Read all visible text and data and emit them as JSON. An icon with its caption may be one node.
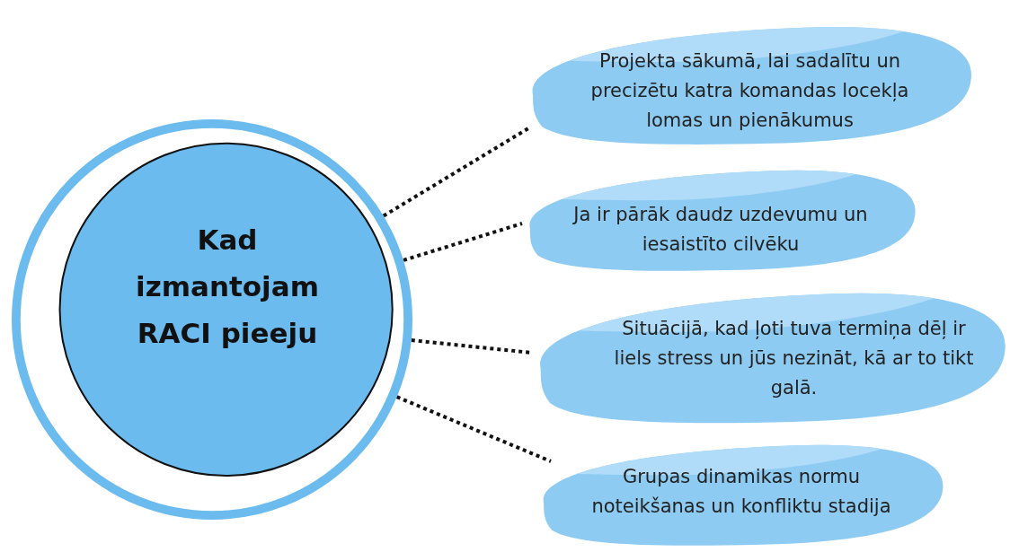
{
  "diagram": {
    "nodes": [
      {
        "text": [
          "Kad izmantojam RACI pieeju"
        ]
      },
      {
        "text": [
          "Projekta sākumā, lai sadalītu un precizētu katra komandas locekļa lomas un pienākumus"
        ]
      },
      {
        "text": [
          "Ja ir pārāk daudz uzdevumu un iesaistīto cilvēku"
        ]
      },
      {
        "text": [
          "Situācijā, kad ļoti tuva termiņa dēļ ir liels stress un jūs nezināt, kā ar to tikt galā."
        ]
      },
      {
        "text": [
          "Grupas dinamikas normu noteikšanas un konfliktu stadija"
        ]
      }
    ],
    "edges": [
      {
        "from": 0,
        "to": 1,
        "arrow": "none",
        "style": "dashed"
      },
      {
        "from": 0,
        "to": 2,
        "arrow": "none",
        "style": "dashed"
      },
      {
        "from": 0,
        "to": 3,
        "arrow": "none",
        "style": "dashed"
      },
      {
        "from": 0,
        "to": 4,
        "arrow": "none",
        "style": "dashed"
      }
    ]
  }
}
